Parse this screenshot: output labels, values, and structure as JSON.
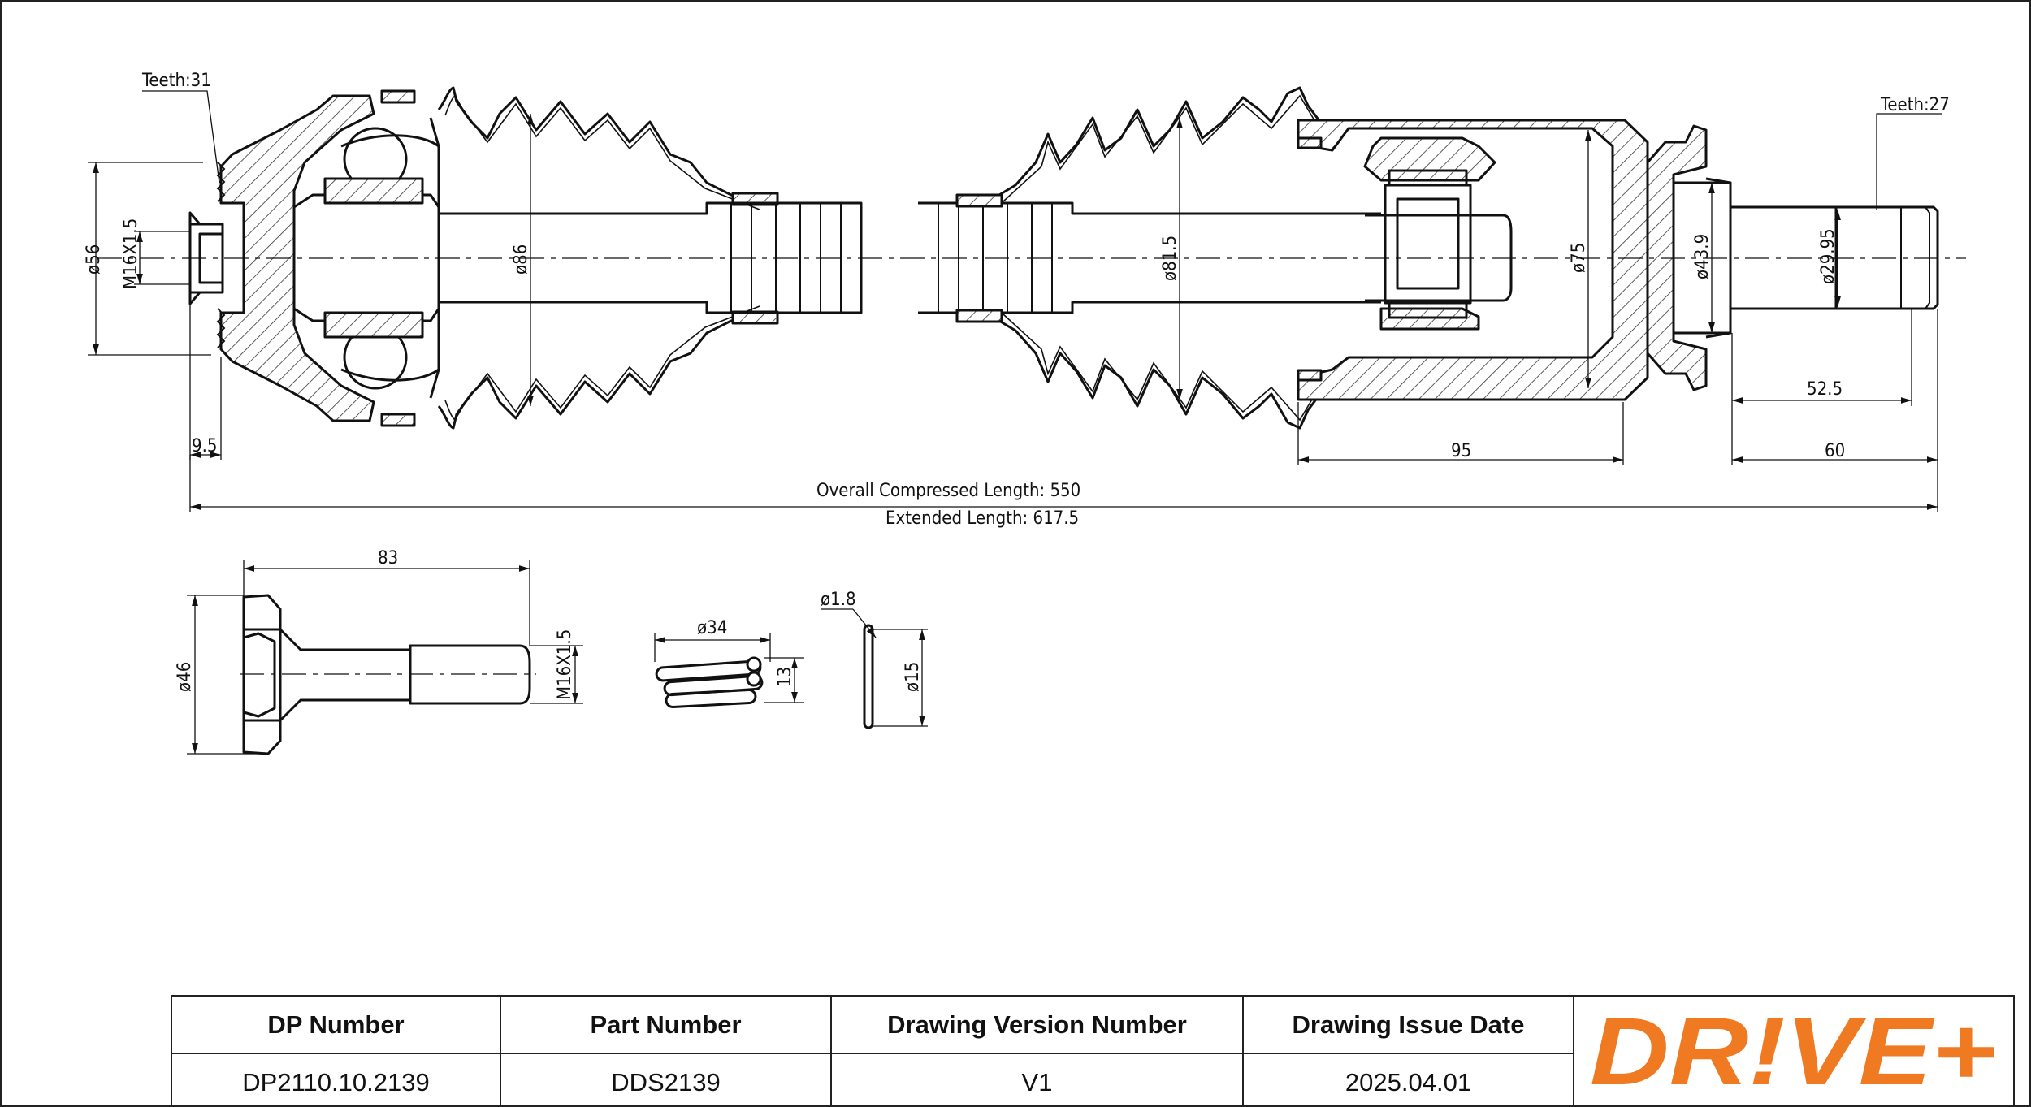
{
  "dimensions": {
    "teeth_left": "Teeth:31",
    "teeth_right": "Teeth:27",
    "d56": "ø56",
    "m16_top": "M16X1.5",
    "d86": "ø86",
    "d81_5": "ø81.5",
    "d75": "ø75",
    "d43_9": "ø43.9",
    "d29_95": "ø29.95",
    "l9_5": "9.5",
    "l95": "95",
    "l52_5": "52.5",
    "l60": "60",
    "overall": "Overall  Compressed  Length: 550",
    "extended": "Extended  Length: 617.5",
    "bolt_length": "83",
    "bolt_d46": "ø46",
    "bolt_thread": "M16X1.5",
    "spring_d34": "ø34",
    "spring_h13": "13",
    "ring_d1_8": "ø1.8",
    "ring_d15": "ø15"
  },
  "title_block": {
    "headers": [
      "DP Number",
      "Part Number",
      "Drawing Version Number",
      "Drawing Issue Date"
    ],
    "values": [
      "DP2110.10.2139",
      "DDS2139",
      "V1",
      "2025.04.01"
    ]
  },
  "logo": {
    "text": "DR!VE+",
    "color": "#f07a22"
  }
}
